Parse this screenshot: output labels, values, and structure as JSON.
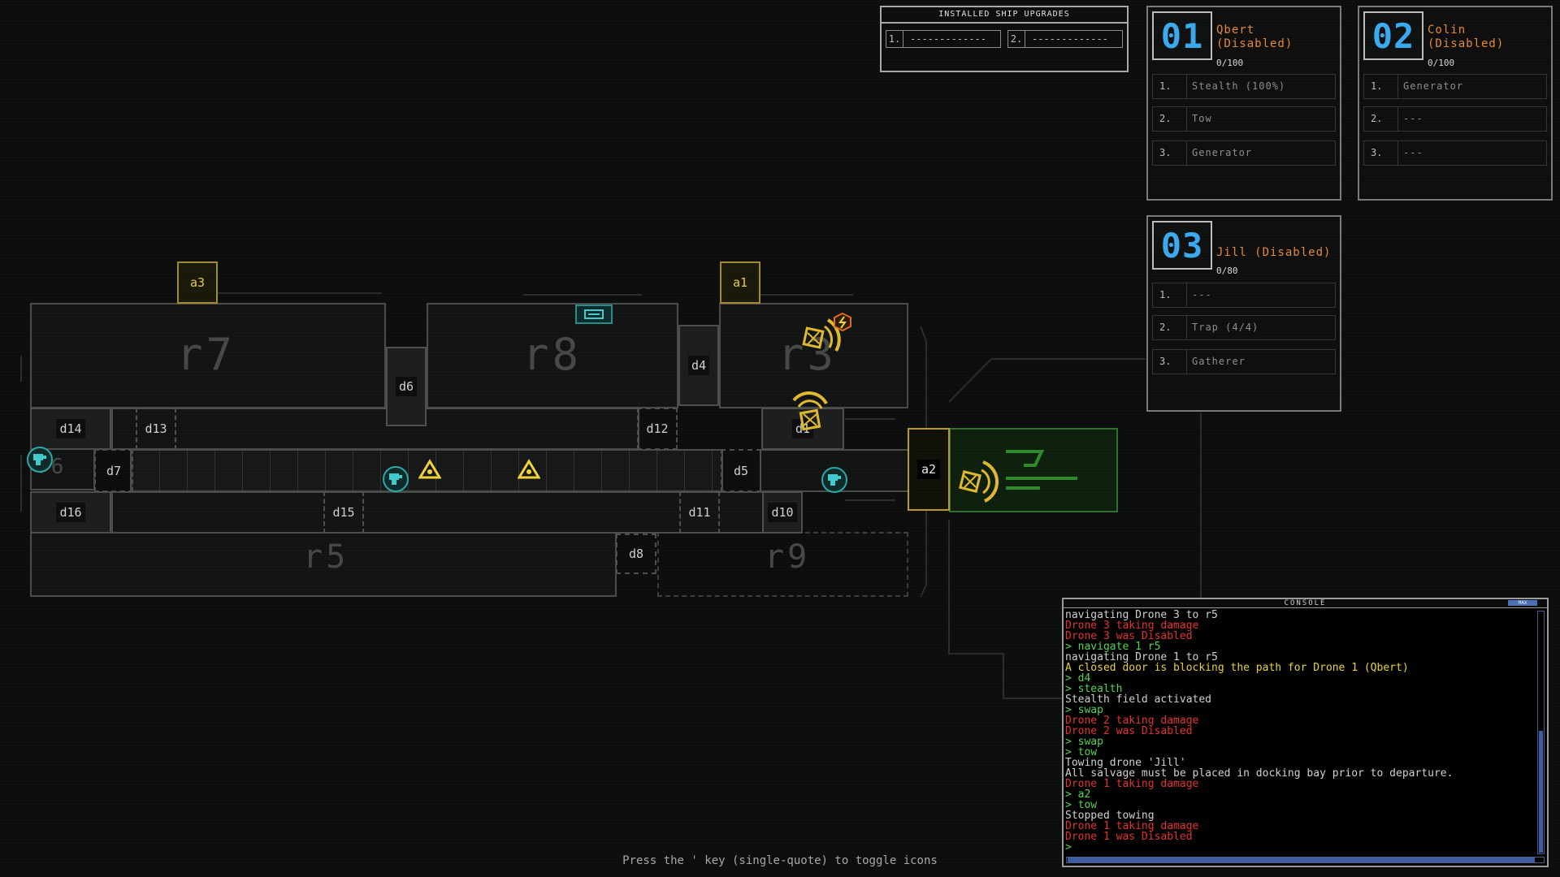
{
  "upgrades": {
    "title": "Installed Ship Upgrades",
    "slots": [
      {
        "num": "1.",
        "value": "-------------"
      },
      {
        "num": "2.",
        "value": "-------------"
      }
    ]
  },
  "drones": [
    {
      "num": "01",
      "name": "Qbert (Disabled)",
      "hp": "0/100",
      "items": [
        {
          "n": "1.",
          "v": "Stealth (100%)"
        },
        {
          "n": "2.",
          "v": "Tow"
        },
        {
          "n": "3.",
          "v": "Generator"
        }
      ]
    },
    {
      "num": "02",
      "name": "Colin (Disabled)",
      "hp": "0/100",
      "items": [
        {
          "n": "1.",
          "v": "Generator"
        },
        {
          "n": "2.",
          "v": "---"
        },
        {
          "n": "3.",
          "v": "---"
        }
      ]
    },
    {
      "num": "03",
      "name": "Jill (Disabled)",
      "hp": "0/80",
      "items": [
        {
          "n": "1.",
          "v": "---"
        },
        {
          "n": "2.",
          "v": "Trap (4/4)"
        },
        {
          "n": "3.",
          "v": "Gatherer"
        }
      ]
    }
  ],
  "map": {
    "rooms": [
      "r7",
      "r8",
      "r3",
      "r6",
      "r5",
      "r9"
    ],
    "doors": [
      "d6",
      "d4",
      "d14",
      "d13",
      "d12",
      "d1",
      "d7",
      "d5",
      "d16",
      "d15",
      "d11",
      "d10",
      "d8"
    ],
    "airlocks": [
      "a3",
      "a1",
      "a2"
    ]
  },
  "hint": "Press the ' key (single-quote) to toggle icons",
  "console": {
    "title": "CONSOLE",
    "max_label": "MAX",
    "colors": {
      "normal": "#cfcfcf",
      "error": "#e43030",
      "warning": "#e6d23a",
      "command": "#54d354"
    },
    "lines": [
      {
        "t": "navigating Drone 3 to r5",
        "c": "normal"
      },
      {
        "t": "Drone 3 taking damage",
        "c": "error"
      },
      {
        "t": "Drone 3 was Disabled",
        "c": "error"
      },
      {
        "t": "> navigate 1 r5",
        "c": "command"
      },
      {
        "t": "navigating Drone 1 to r5",
        "c": "normal"
      },
      {
        "t": "A closed door is blocking the path for Drone 1 (Qbert)",
        "c": "warning"
      },
      {
        "t": "> d4",
        "c": "command"
      },
      {
        "t": "> stealth",
        "c": "command"
      },
      {
        "t": "Stealth field activated",
        "c": "normal"
      },
      {
        "t": "> swap",
        "c": "command"
      },
      {
        "t": "Drone 2 taking damage",
        "c": "error"
      },
      {
        "t": "Drone 2 was Disabled",
        "c": "error"
      },
      {
        "t": "> swap",
        "c": "command"
      },
      {
        "t": "> tow",
        "c": "command"
      },
      {
        "t": "Towing drone 'Jill'",
        "c": "normal"
      },
      {
        "t": "All salvage must be placed in docking bay prior to departure.",
        "c": "normal"
      },
      {
        "t": "Drone 1 taking damage",
        "c": "error"
      },
      {
        "t": "> a2",
        "c": "command"
      },
      {
        "t": "> tow",
        "c": "command"
      },
      {
        "t": "Stopped towing",
        "c": "normal"
      },
      {
        "t": "Drone 1 taking damage",
        "c": "error"
      },
      {
        "t": "Drone 1 was Disabled",
        "c": "error"
      },
      {
        "t": ">",
        "c": "command"
      }
    ]
  }
}
